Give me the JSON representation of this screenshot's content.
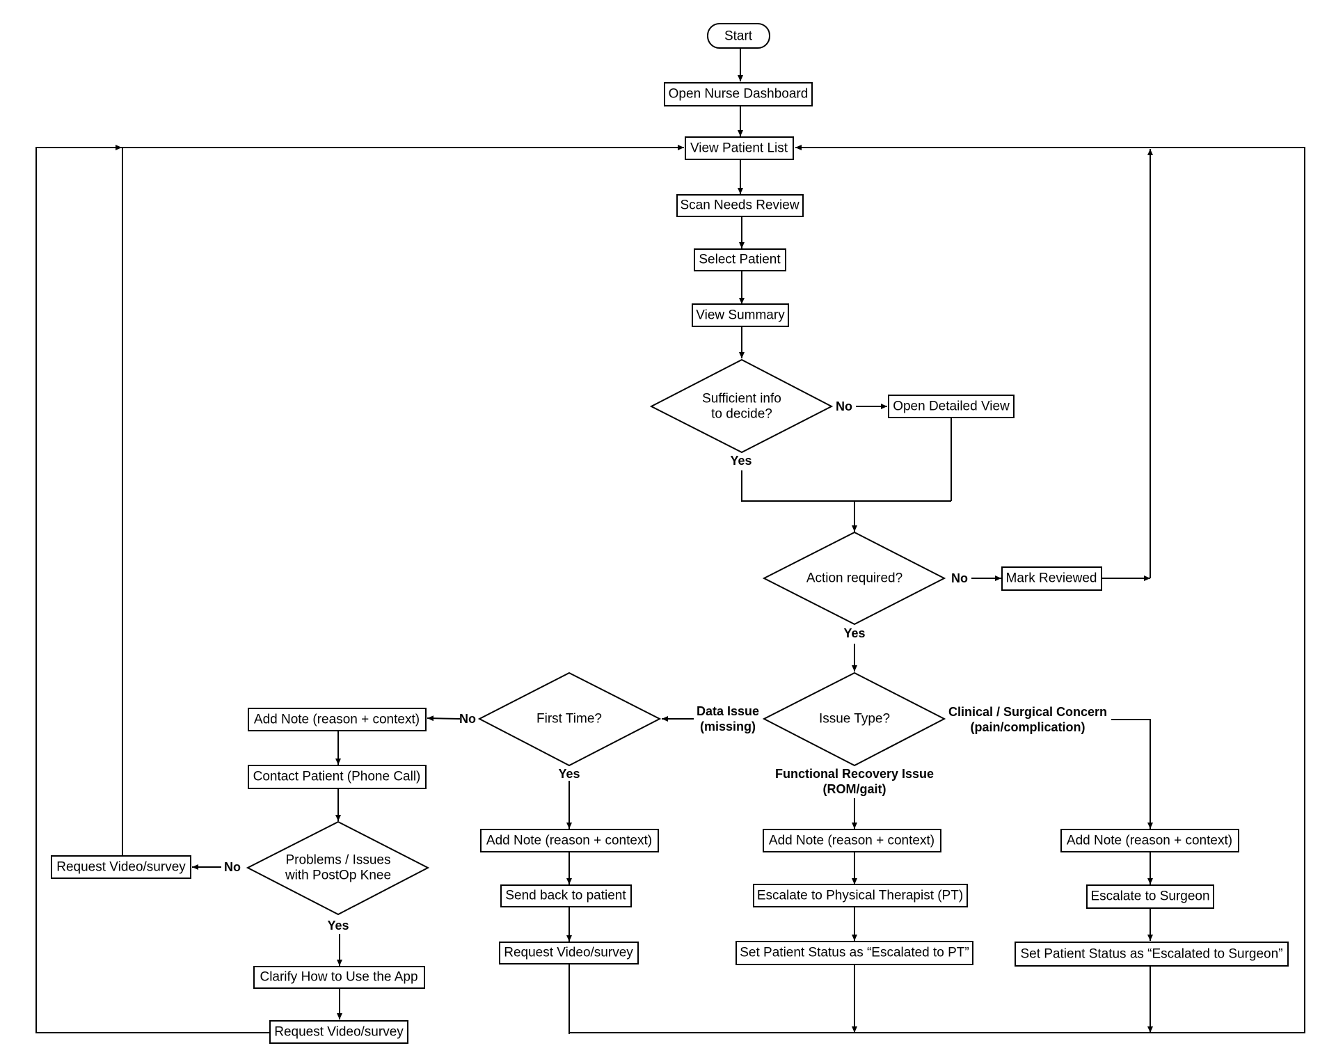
{
  "nodes": {
    "start": "Start",
    "open_dashboard": "Open Nurse Dashboard",
    "view_patient_list": "View Patient List",
    "scan_needs_review": "Scan Needs Review",
    "select_patient": "Select Patient",
    "view_summary": "View Summary",
    "sufficient_info": [
      "Sufficient info",
      "to decide?"
    ],
    "open_detailed_view": "Open Detailed View",
    "action_required": "Action required?",
    "mark_reviewed": "Mark Reviewed",
    "issue_type": "Issue Type?",
    "first_time": "First Time?",
    "add_note_left": "Add Note (reason + context)",
    "contact_patient": "Contact Patient (Phone Call)",
    "problems_issues": [
      "Problems / Issues",
      "with PostOp Knee"
    ],
    "request_video_far_left": "Request Video/survey",
    "clarify_app": "Clarify How to Use the App",
    "request_video_bottom_left": "Request Video/survey",
    "add_note_data": "Add Note (reason + context)",
    "send_back": "Send back to patient",
    "request_video_data": "Request Video/survey",
    "add_note_functional": "Add Note (reason + context)",
    "escalate_pt": "Escalate to Physical Therapist (PT)",
    "status_pt": "Set Patient Status as “Escalated to PT”",
    "add_note_clinical": "Add Note (reason + context)",
    "escalate_surgeon": "Escalate to Surgeon",
    "status_surgeon": "Set Patient Status as “Escalated to Surgeon”"
  },
  "labels": {
    "no_sufficient": "No",
    "yes_sufficient": "Yes",
    "no_action": "No",
    "yes_action": "Yes",
    "data_issue": [
      "Data Issue",
      "(missing)"
    ],
    "clinical": [
      "Clinical / Surgical Concern",
      "(pain/complication)"
    ],
    "functional": [
      "Functional Recovery Issue",
      "(ROM/gait)"
    ],
    "no_first": "No",
    "yes_first": "Yes",
    "no_problems": "No",
    "yes_problems": "Yes"
  }
}
